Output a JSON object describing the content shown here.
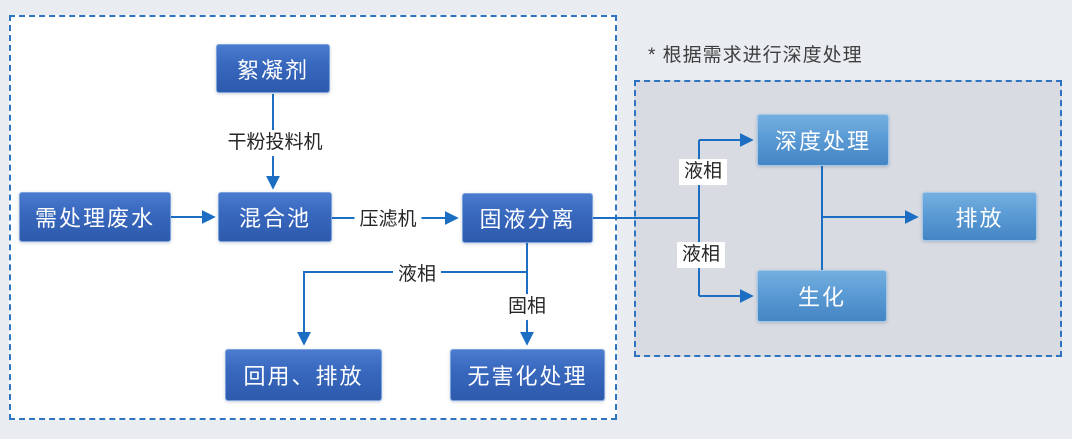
{
  "note": {
    "text": "* 根据需求进行深度处理"
  },
  "nodes": [
    {
      "id": "flocculant",
      "label": "絮凝剂"
    },
    {
      "id": "wastewater",
      "label": "需处理废水"
    },
    {
      "id": "mixing-tank",
      "label": "混合池"
    },
    {
      "id": "solid-liquid-separation",
      "label": "固液分离"
    },
    {
      "id": "reuse-discharge",
      "label": "回用、排放"
    },
    {
      "id": "harmless-treatment",
      "label": "无害化处理"
    },
    {
      "id": "advanced-treatment",
      "label": "深度处理"
    },
    {
      "id": "biochemical",
      "label": "生化"
    },
    {
      "id": "discharge",
      "label": "排放"
    }
  ],
  "edge_labels": [
    {
      "id": "dry-powder-feeder",
      "text": "干粉投料机"
    },
    {
      "id": "filter-press",
      "text": "压滤机"
    },
    {
      "id": "liquid-phase-left",
      "text": "液相"
    },
    {
      "id": "solid-phase",
      "text": "固相"
    },
    {
      "id": "liquid-phase-top",
      "text": "液相"
    },
    {
      "id": "liquid-phase-bottom",
      "text": "液相"
    }
  ],
  "colors": {
    "background": "#E9ECF1",
    "left_panel_bg": "#FFFFFF",
    "right_panel_bg": "#D8DBE2",
    "panel_border": "#2E74C0",
    "dark_box_top": "#4A7BCE",
    "dark_box_bottom": "#2E5AAC",
    "light_box_top": "#74AFDF",
    "light_box_bottom": "#4485C4",
    "connector": "#1C6EC2",
    "box_text": "#FFFFFF",
    "label_text": "#262626",
    "note_text": "#3F3F3F"
  }
}
